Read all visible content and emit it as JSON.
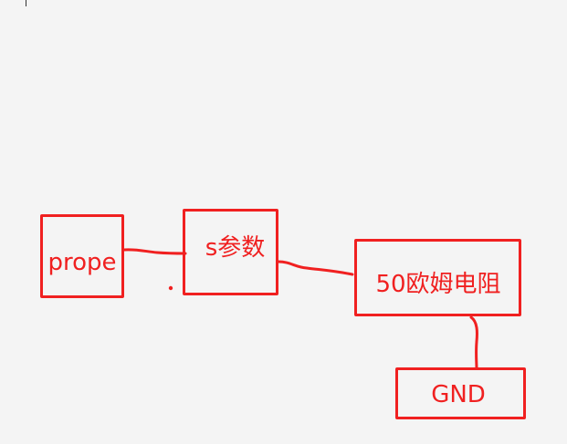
{
  "diagram": {
    "accent_color": "#f02020",
    "background_color": "#f4f4f4",
    "nodes": [
      {
        "id": "prope",
        "label": "prope"
      },
      {
        "id": "s",
        "label": "s参数"
      },
      {
        "id": "r",
        "label": "50欧姆电阻"
      },
      {
        "id": "gnd",
        "label": "GND"
      }
    ],
    "edges": [
      {
        "from": "prope",
        "to": "s"
      },
      {
        "from": "s",
        "to": "r"
      },
      {
        "from": "r",
        "to": "gnd"
      }
    ]
  }
}
